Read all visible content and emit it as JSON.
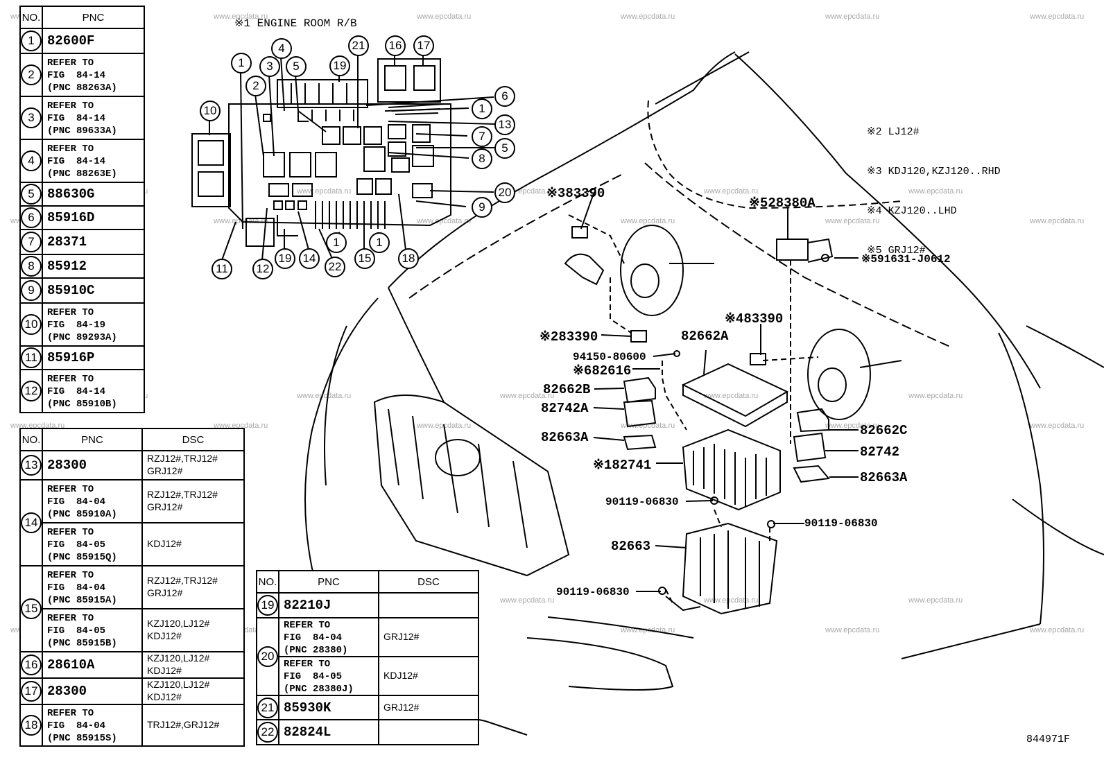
{
  "watermark": "www.epcdata.ru",
  "fig_code": "844971F",
  "inset_title": "※1 ENGINE ROOM R/B",
  "notes": [
    "※2 LJ12#",
    "※3 KDJ120,KZJ120..RHD",
    "※4 KZJ120..LHD",
    "※5 GRJ12#"
  ],
  "table1": {
    "headers": {
      "no": "NO.",
      "pnc": "PNC"
    },
    "rows": [
      {
        "no": "1",
        "pnc": "82600F"
      },
      {
        "no": "2",
        "pnc": "REFER TO\nFIG  84-14\n(PNC 88263A)"
      },
      {
        "no": "3",
        "pnc": "REFER TO\nFIG  84-14\n(PNC 89633A)"
      },
      {
        "no": "4",
        "pnc": "REFER TO\nFIG  84-14\n(PNC 88263E)"
      },
      {
        "no": "5",
        "pnc": "88630G"
      },
      {
        "no": "6",
        "pnc": "85916D"
      },
      {
        "no": "7",
        "pnc": "28371"
      },
      {
        "no": "8",
        "pnc": "85912"
      },
      {
        "no": "9",
        "pnc": "85910C"
      },
      {
        "no": "10",
        "pnc": "REFER TO\nFIG  84-19\n(PNC 89293A)"
      },
      {
        "no": "11",
        "pnc": "85916P"
      },
      {
        "no": "12",
        "pnc": "REFER TO\nFIG  84-14\n(PNC 85910B)"
      }
    ]
  },
  "table2": {
    "headers": {
      "no": "NO.",
      "pnc": "PNC",
      "dsc": "DSC"
    },
    "rows": [
      {
        "no": "13",
        "pnc": "28300",
        "dsc": "RZJ12#,TRJ12#\nGRJ12#"
      },
      {
        "no": "14",
        "pnc": "REFER TO\nFIG  84-04\n(PNC 85910A)",
        "dsc": "RZJ12#,TRJ12#\nGRJ12#"
      },
      {
        "no": "",
        "pnc": "REFER TO\nFIG  84-05\n(PNC 85915Q)",
        "dsc": "KDJ12#"
      },
      {
        "no": "15",
        "pnc": "REFER TO\nFIG  84-04\n(PNC 85915A)",
        "dsc": "RZJ12#,TRJ12#\nGRJ12#"
      },
      {
        "no": "",
        "pnc": "REFER TO\nFIG  84-05\n(PNC 85915B)",
        "dsc": "KZJ120,LJ12#\nKDJ12#"
      },
      {
        "no": "16",
        "pnc": "28610A",
        "dsc": "KZJ120,LJ12#\nKDJ12#"
      },
      {
        "no": "17",
        "pnc": "28300",
        "dsc": "KZJ120,LJ12#\nKDJ12#"
      },
      {
        "no": "18",
        "pnc": "REFER TO\nFIG  84-04\n(PNC 85915S)",
        "dsc": "TRJ12#,GRJ12#"
      }
    ]
  },
  "table3": {
    "headers": {
      "no": "NO.",
      "pnc": "PNC",
      "dsc": "DSC"
    },
    "rows": [
      {
        "no": "19",
        "pnc": "82210J",
        "dsc": ""
      },
      {
        "no": "20",
        "pnc": "REFER TO\nFIG  84-04\n(PNC 28380)",
        "dsc": "GRJ12#"
      },
      {
        "no": "",
        "pnc": "REFER TO\nFIG  84-05\n(PNC 28380J)",
        "dsc": "KDJ12#"
      },
      {
        "no": "21",
        "pnc": "85930K",
        "dsc": "GRJ12#"
      },
      {
        "no": "22",
        "pnc": "82824L",
        "dsc": ""
      }
    ]
  },
  "inset_callouts": [
    "1",
    "2",
    "3",
    "4",
    "5",
    "19",
    "21",
    "16",
    "17",
    "10",
    "6",
    "1",
    "13",
    "7",
    "5",
    "8",
    "20",
    "9",
    "11",
    "12",
    "19",
    "14",
    "22",
    "1",
    "15",
    "1",
    "18"
  ],
  "part_labels": {
    "p83390_3": {
      "mark": "※3",
      "pnc": "83390"
    },
    "p28380A": {
      "mark": "※5",
      "pnc": "28380A"
    },
    "p91631": {
      "mark": "※5",
      "pnc": "91631-J0612"
    },
    "p83390_4": {
      "mark": "※4",
      "pnc": "83390"
    },
    "p83390_2": {
      "mark": "※2",
      "pnc": "83390"
    },
    "p82662A": "82662A",
    "p94150": "94150-80600",
    "p82616": {
      "mark": "※6",
      "pnc": "82616"
    },
    "p82662B": "82662B",
    "p82742A": "82742A",
    "p82663A_l": "82663A",
    "p82662C": "82662C",
    "p82742": "82742",
    "p82741": {
      "mark": "※1",
      "pnc": "82741"
    },
    "p82663A_r": "82663A",
    "p90119_a": "90119-06830",
    "p90119_b": "90119-06830",
    "p82663": "82663",
    "p90119_c": "90119-06830"
  }
}
